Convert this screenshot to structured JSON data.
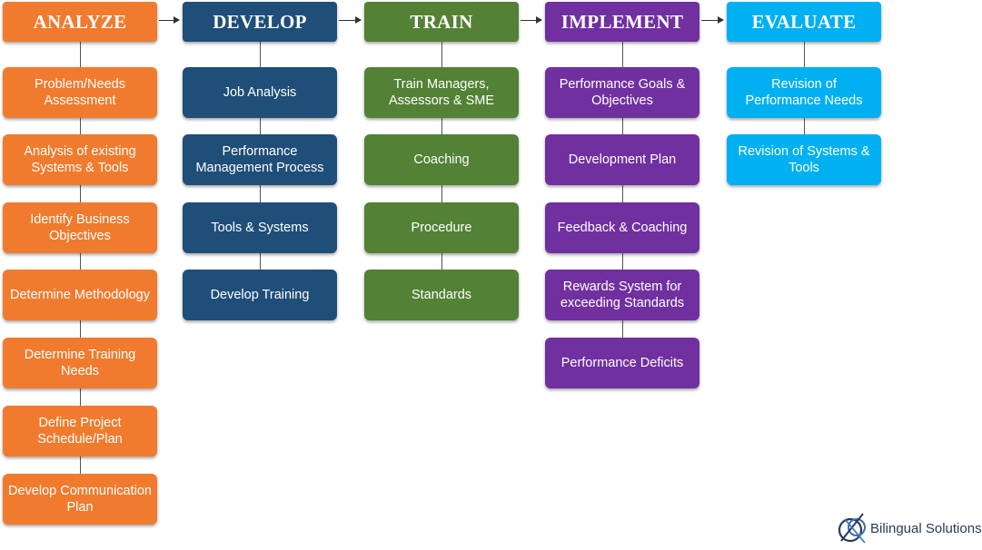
{
  "columns": [
    {
      "id": "analyze",
      "header": "ANALYZE",
      "color": "#F07B2E",
      "items": [
        "Problem/Needs Assessment",
        "Analysis of existing Systems & Tools",
        "Identify Business Objectives",
        "Determine Methodology",
        "Determine Training Needs",
        "Define Project Schedule/Plan",
        "Develop Communication Plan"
      ]
    },
    {
      "id": "develop",
      "header": "DEVELOP",
      "color": "#1F4E79",
      "items": [
        "Job Analysis",
        "Performance Management Process",
        "Tools & Systems",
        "Develop Training"
      ]
    },
    {
      "id": "train",
      "header": "TRAIN",
      "color": "#538135",
      "items": [
        "Train Managers, Assessors & SME",
        "Coaching",
        "Procedure",
        "Standards"
      ]
    },
    {
      "id": "implement",
      "header": "IMPLEMENT",
      "color": "#7030A0",
      "items": [
        "Performance Goals & Objectives",
        "Development Plan",
        "Feedback & Coaching",
        "Rewards System for exceeding Standards",
        "Performance Deficits"
      ]
    },
    {
      "id": "evaluate",
      "header": "EVALUATE",
      "color": "#00B0F0",
      "items": [
        "Revision of Performance Needs",
        "Revision of Systems & Tools"
      ]
    }
  ],
  "logo": {
    "text": "Bilingual Solutions",
    "icon": "bilingual-solutions-logo-icon",
    "color": "#2B3A5C"
  }
}
